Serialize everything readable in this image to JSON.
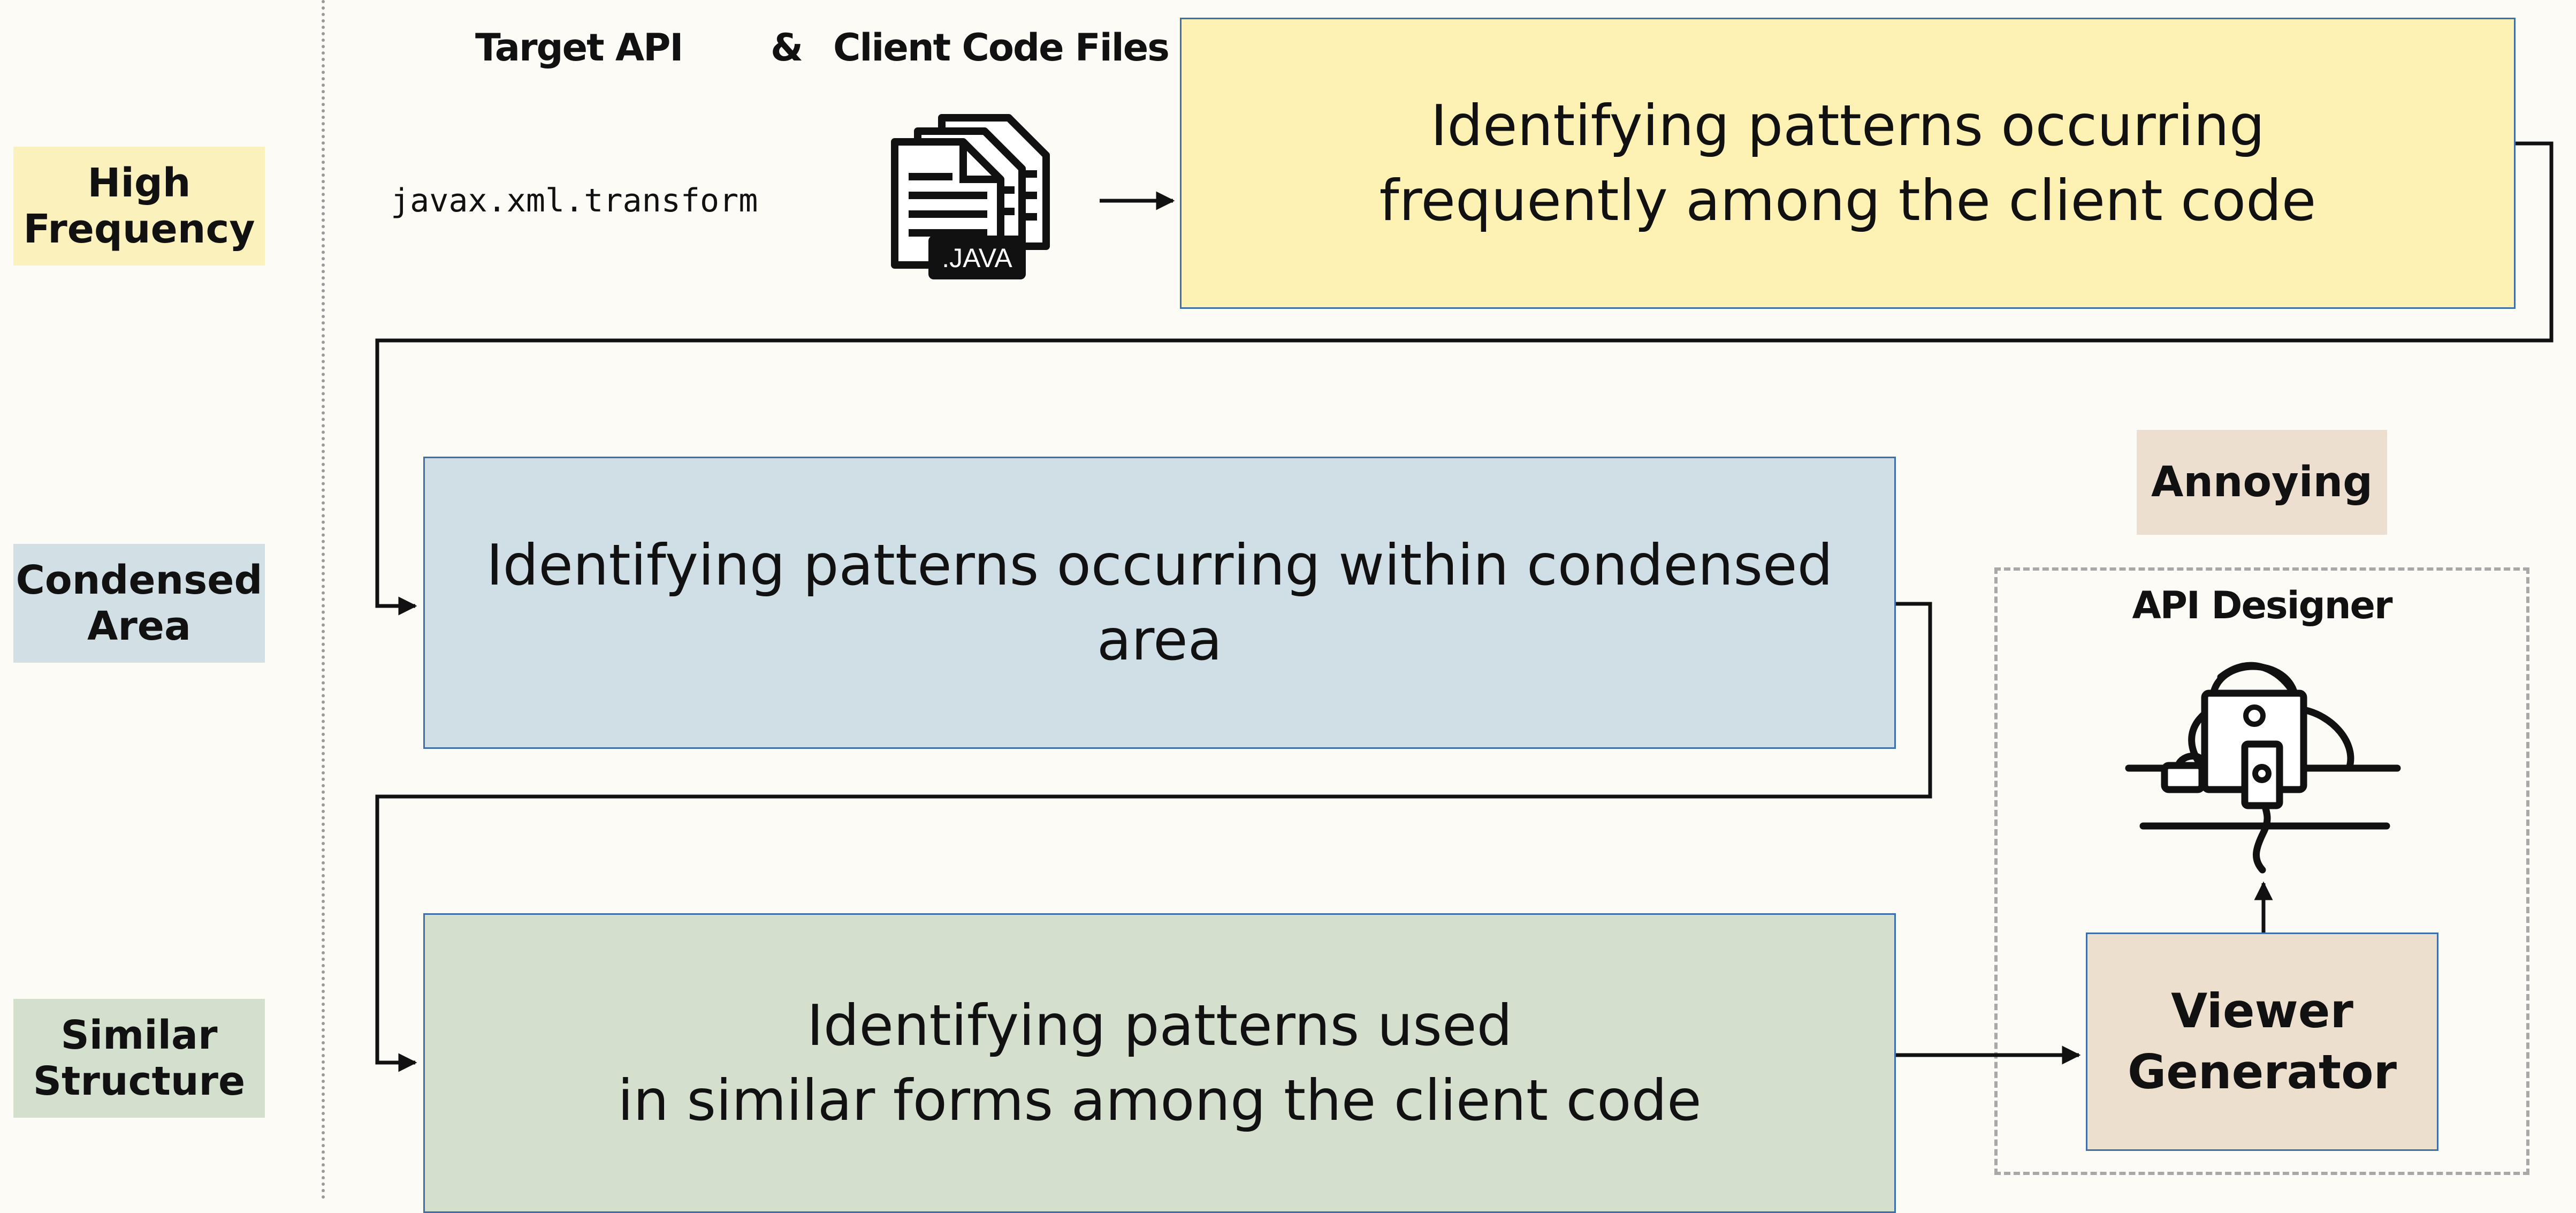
{
  "header": {
    "target_api_label": "Target API",
    "ampersand": "&",
    "client_files_label": "Client Code Files"
  },
  "target_api_value": "javax.xml.transform",
  "java_icon": {
    "icon": "java-files-icon",
    "badge": ".JAVA"
  },
  "criteria": [
    {
      "label": "High\nFrequency",
      "color": "#fbf1bd"
    },
    {
      "label": "Condensed\nArea",
      "color": "#d2e0e6"
    },
    {
      "label": "Similar\nStructure",
      "color": "#d4e0ce"
    }
  ],
  "stages": [
    {
      "text": "Identifying patterns occurring\nfrequently among the client code",
      "color": "#fdf1b4"
    },
    {
      "text": "Identifying patterns occurring within condensed area",
      "color": "#d0dfe6"
    },
    {
      "text": "Identifying patterns used\nin similar forms among the client code",
      "color": "#d4dfcd"
    }
  ],
  "annoying_badge": {
    "label": "Annoying",
    "color": "#ecdfd0"
  },
  "api_designer": {
    "label": "API Designer",
    "icon": "designer-at-laptop-icon"
  },
  "viewer_generator": {
    "label": "Viewer\nGenerator",
    "color": "#ecdfce"
  }
}
